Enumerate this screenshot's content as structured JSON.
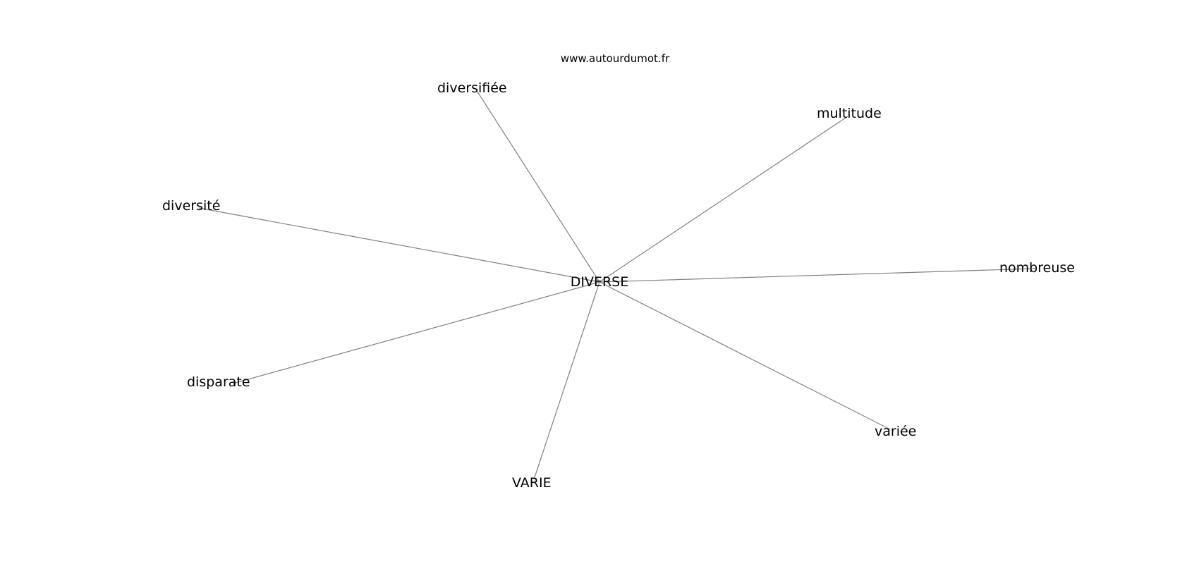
{
  "header": {
    "source_text": "www.autourdumot.fr"
  },
  "graph": {
    "center": "DIVERSE",
    "nodes": [
      "diversifiée",
      "multitude",
      "diversité",
      "nombreuse",
      "disparate",
      "variée",
      "VARIE"
    ],
    "edge_color": "#808080",
    "text_color": "#000000"
  }
}
